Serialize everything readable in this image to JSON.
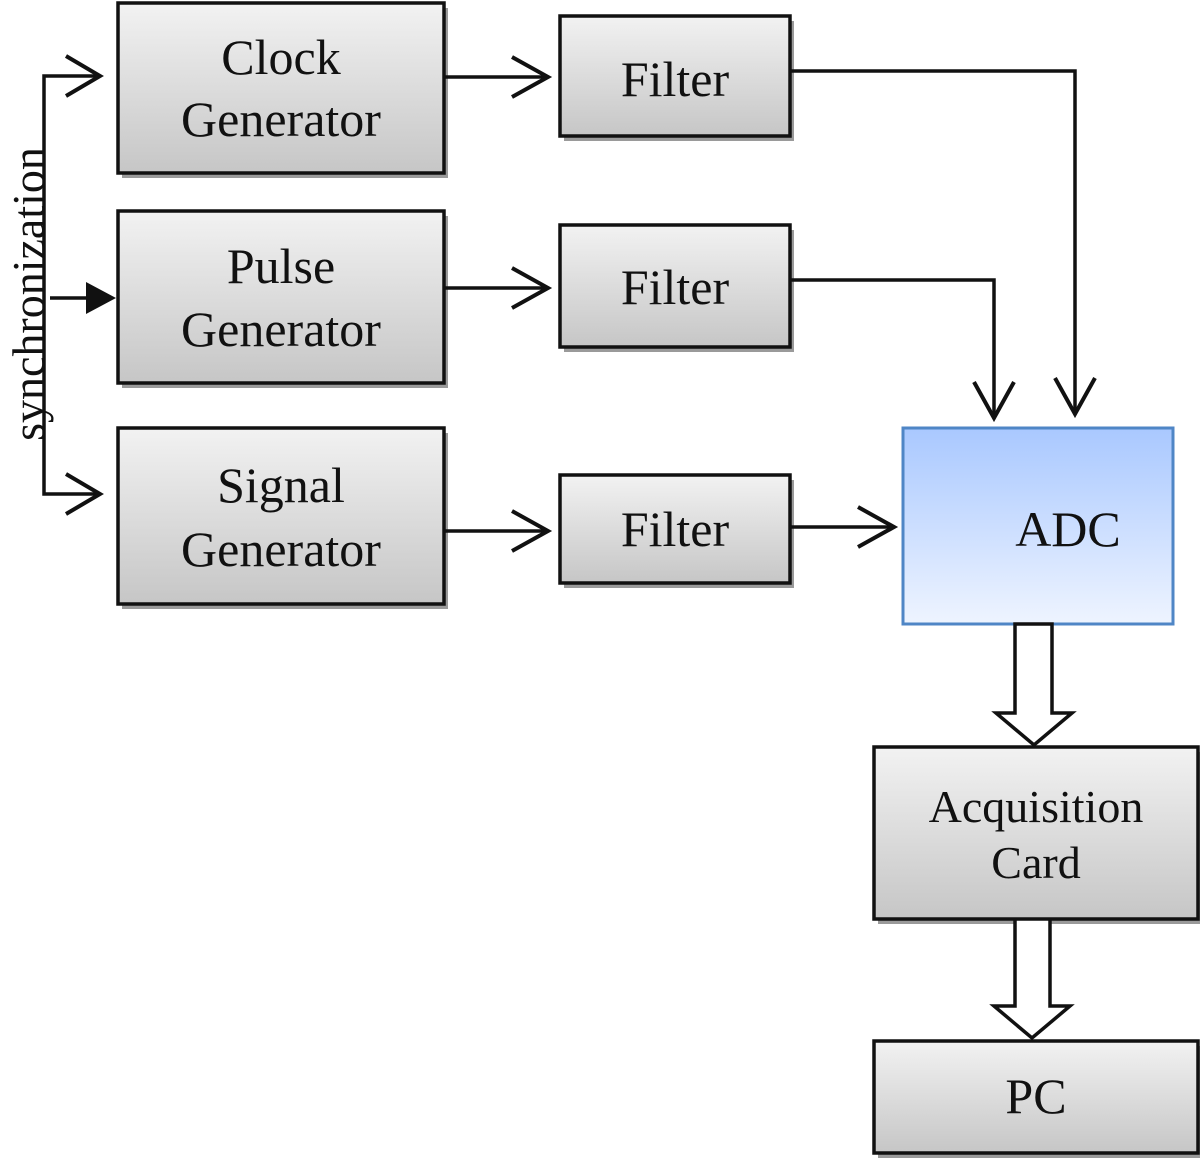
{
  "diagram": {
    "sync_label": "synchronization",
    "generators": [
      {
        "line1": "Clock",
        "line2": "Generator"
      },
      {
        "line1": "Pulse",
        "line2": "Generator"
      },
      {
        "line1": "Signal",
        "line2": "Generator"
      }
    ],
    "filters": [
      "Filter",
      "Filter",
      "Filter"
    ],
    "adc_label": "ADC",
    "acquisition": {
      "line1": "Acquisition",
      "line2": "Card"
    },
    "pc_label": "PC"
  },
  "colors": {
    "box_gray_top": "#f2f2f2",
    "box_gray_bottom": "#c6c6c6",
    "adc_top": "#a9c8ff",
    "adc_bottom": "#eef4ff",
    "adc_border": "#4f86c6",
    "stroke": "#111111"
  }
}
